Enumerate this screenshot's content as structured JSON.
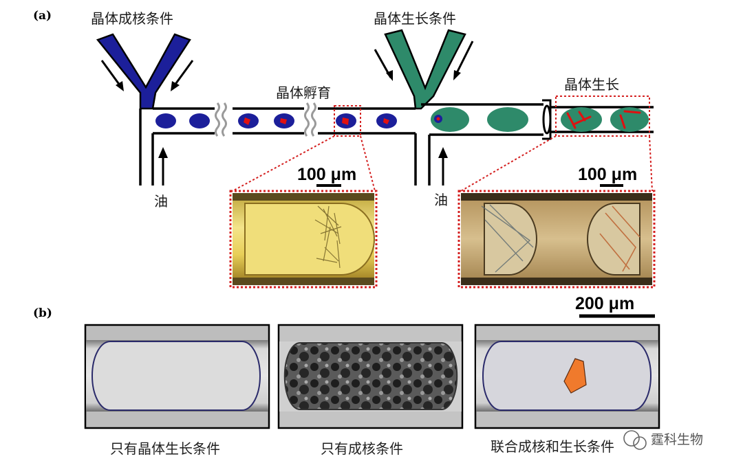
{
  "panels": {
    "a": "(a)",
    "b": "(b)"
  },
  "labels": {
    "nucleation_condition": "晶体成核条件",
    "growth_condition": "晶体生长条件",
    "incubation": "晶体孵育",
    "growth": "晶体生长",
    "oil_1": "油",
    "oil_2": "油"
  },
  "scalebars": {
    "left": "100 μm",
    "right": "100 μm",
    "bottom": "200 μm"
  },
  "captions": {
    "only_growth": "只有晶体生长条件",
    "only_nucleation": "只有成核条件",
    "combined": "联合成核和生长条件"
  },
  "watermark": {
    "text": "霆科生物"
  },
  "colors": {
    "nucleation_blue": "#1c1f9a",
    "growth_green": "#2e8a6a",
    "crystal_red": "#e01010",
    "zoom_border": "#d42020"
  }
}
